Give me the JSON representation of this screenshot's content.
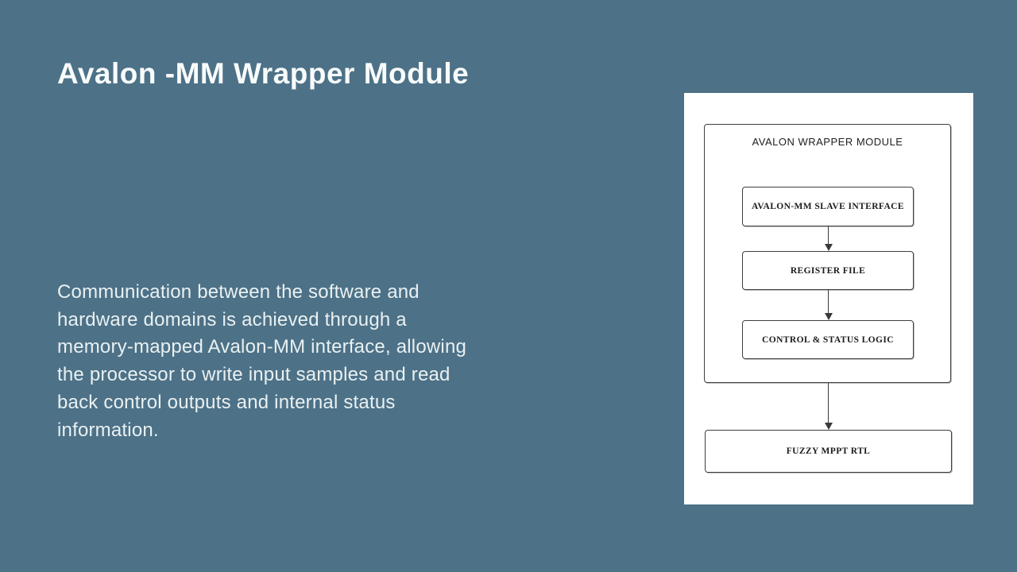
{
  "slide": {
    "title": "Avalon -MM Wrapper Module",
    "body_lines": [
      "Communication between the software and",
      "hardware domains is achieved through a",
      "memory-mapped Avalon-MM interface, allowing",
      "the processor to write input samples and read",
      "back control outputs and internal status",
      "information."
    ],
    "colors": {
      "background": "#4d7187",
      "title_text": "#f8fbfb",
      "body_text": "#e9f1f2",
      "panel_background": "#ffffff",
      "diagram_border": "#3f3f3f",
      "diagram_text": "#1c1c1c"
    }
  },
  "diagram": {
    "container_label": "AVALON WRAPPER MODULE",
    "boxes": [
      {
        "label": "AVALON-MM SLAVE INTERFACE"
      },
      {
        "label": "REGISTER FILE"
      },
      {
        "label": "CONTROL & STATUS LOGIC"
      }
    ],
    "external_box": {
      "label": "FUZZY MPPT RTL"
    },
    "connections": [
      {
        "from": "AVALON-MM SLAVE INTERFACE",
        "to": "REGISTER FILE"
      },
      {
        "from": "REGISTER FILE",
        "to": "CONTROL & STATUS LOGIC"
      },
      {
        "from": "AVALON WRAPPER MODULE",
        "to": "FUZZY MPPT RTL"
      }
    ]
  }
}
